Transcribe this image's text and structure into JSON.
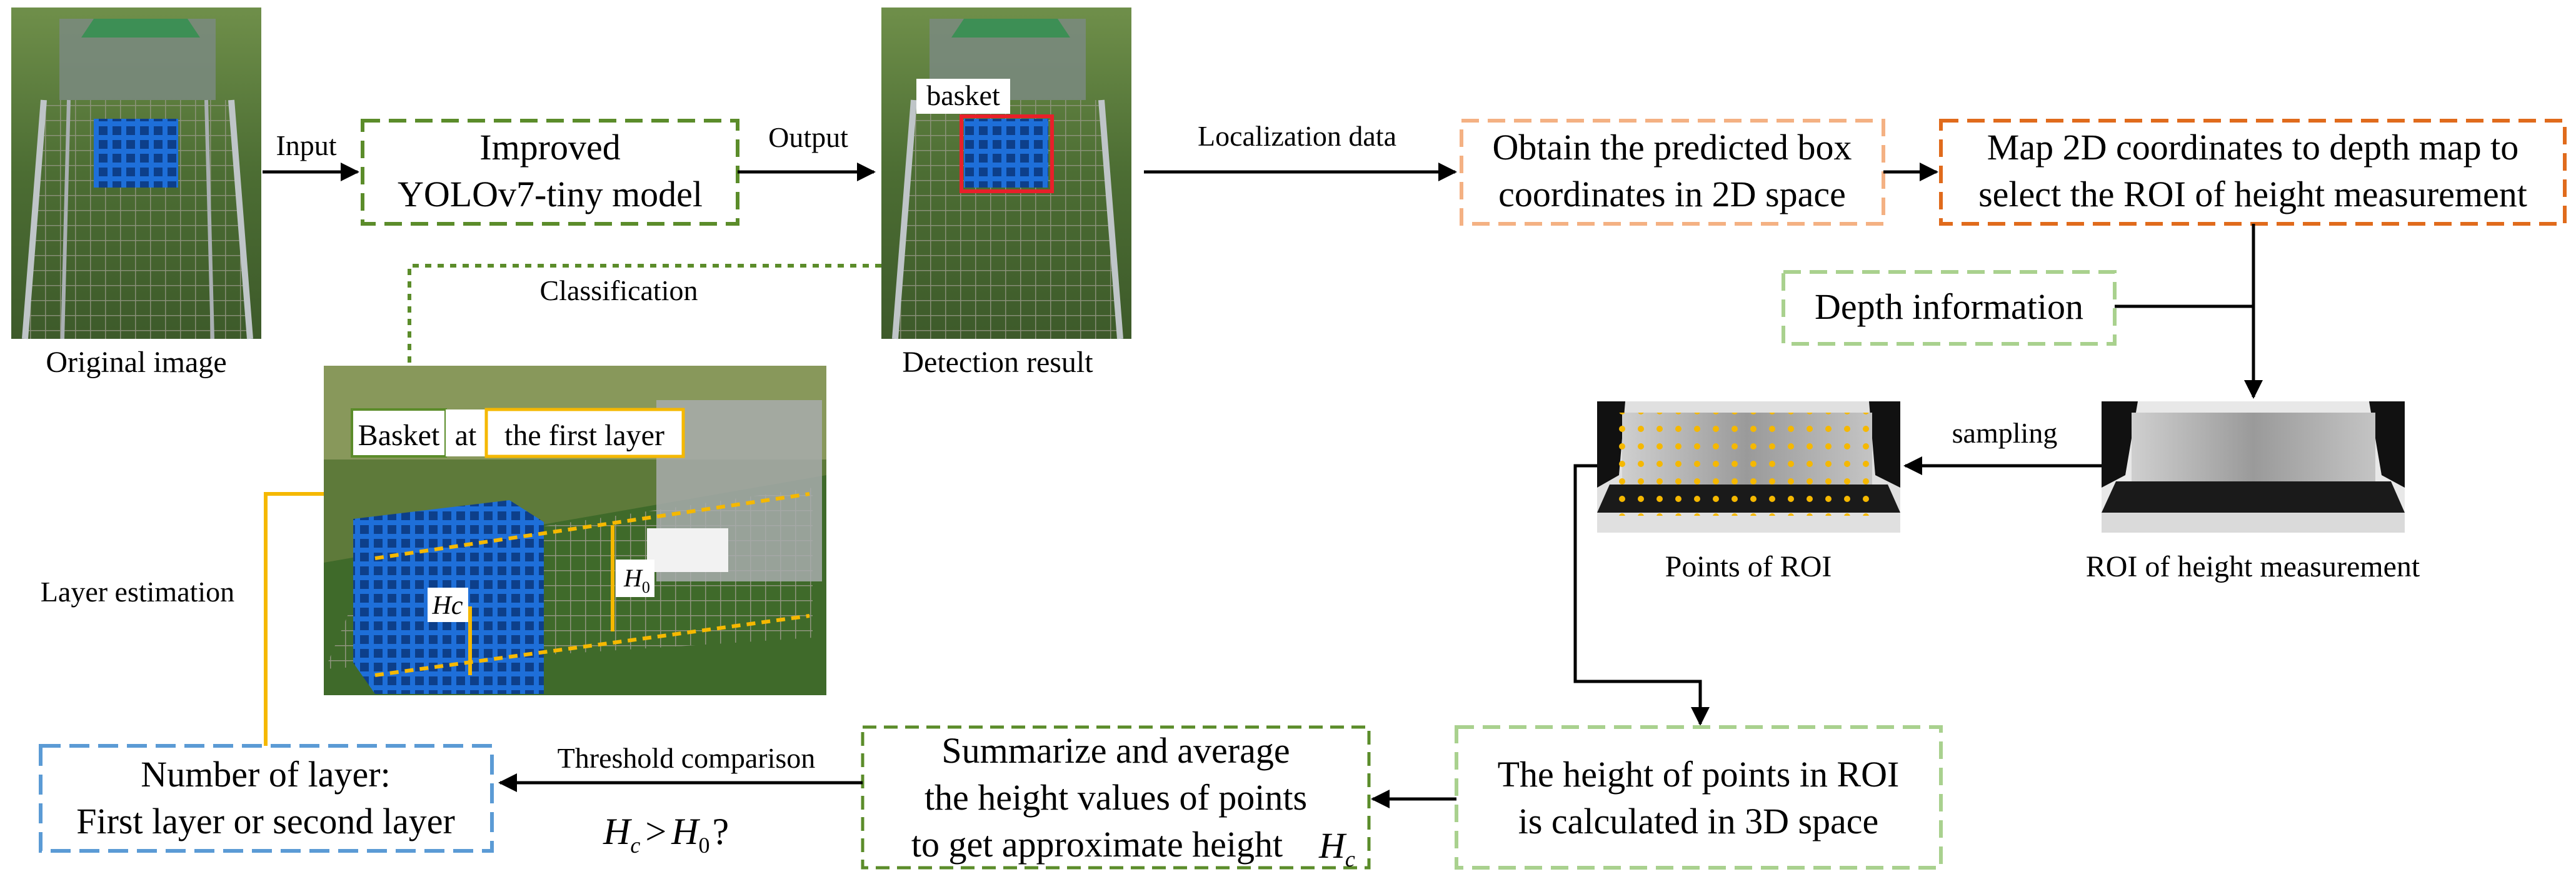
{
  "images": {
    "original_caption": "Original image",
    "detection_caption": "Detection result",
    "detection_tag": "basket",
    "scene_tag_basket": "Basket",
    "scene_tag_at": "at",
    "scene_tag_layer": "the first layer",
    "scene_hc": "Hc",
    "scene_h0": "H",
    "scene_h0_sub": "0",
    "roi_points_caption": "Points of ROI",
    "roi_height_caption": "ROI of height measurement"
  },
  "boxes": {
    "model_line1": "Improved",
    "model_line2": "YOLOv7-tiny model",
    "predicted_line1": "Obtain the predicted box",
    "predicted_line2": "coordinates in 2D space",
    "map_line1": "Map 2D coordinates to depth map to",
    "map_line2": "select the ROI of height measurement",
    "depth": "Depth information",
    "height3d_line1": "The height of points in ROI",
    "height3d_line2": "is calculated in 3D space",
    "summarize_line1": "Summarize and average",
    "summarize_line2": "the height values of points",
    "summarize_line3": "to get approximate height",
    "layer_line1": "Number of layer:",
    "layer_line2": "First layer or second layer"
  },
  "edges": {
    "input": "Input",
    "output": "Output",
    "localization": "Localization data",
    "classification": "Classification",
    "sampling": "sampling",
    "layer_estimation": "Layer estimation",
    "threshold": "Threshold comparison"
  },
  "formula": {
    "hc_main": "H",
    "hc_sub": "c",
    "gt": ">",
    "h0_main": "H",
    "h0_sub": "0",
    "q": "?"
  },
  "colors": {
    "green_dark": "#5b8c2a",
    "orange_light": "#f4b183",
    "orange_dark": "#e06b1c",
    "green_light": "#a9d18e",
    "blue": "#5b9bd5",
    "yellow": "#f5b800",
    "basket_blue": "#1e6fd9",
    "red_box": "#e8202a"
  }
}
